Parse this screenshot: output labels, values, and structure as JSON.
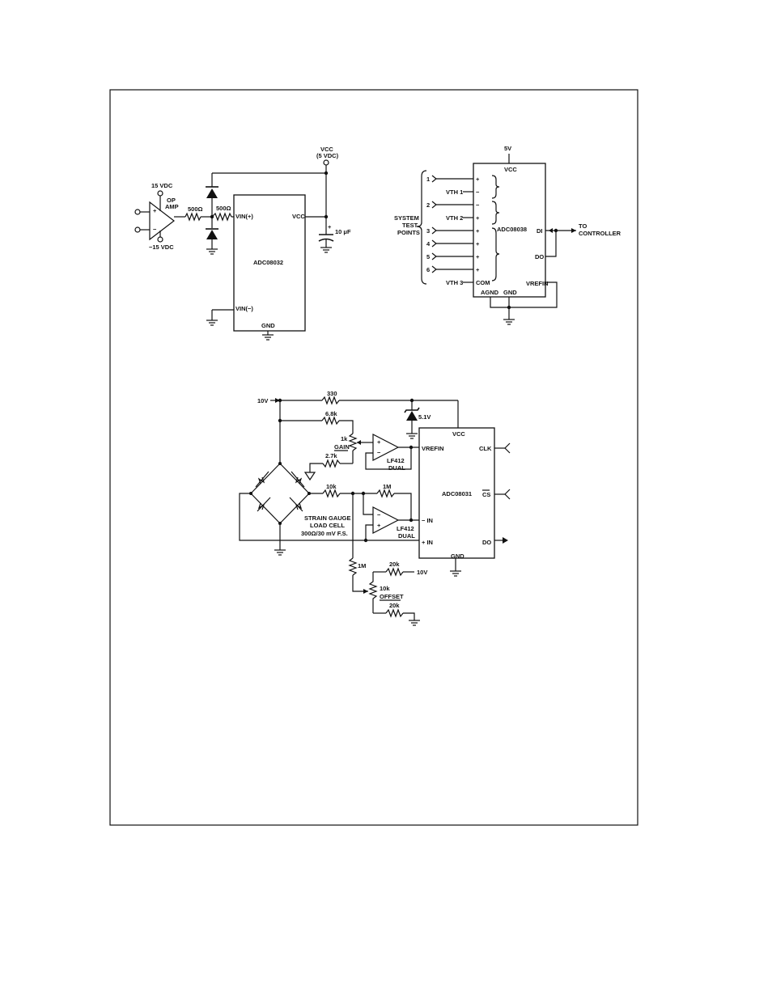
{
  "diagram1": {
    "vcc_label": "VCC",
    "vcc_value": "(5 VDC)",
    "pos_supply": "15 VDC",
    "neg_supply": "−15 VDC",
    "opamp_label": "OP",
    "opamp_label2": "AMP",
    "opamp_plus": "+",
    "opamp_minus": "−",
    "r1": "500Ω",
    "r2": "500Ω",
    "ic_name": "ADC08032",
    "pin_vin_plus": "VIN(+)",
    "pin_vin_minus": "VIN(−)",
    "pin_vcc": "VCC",
    "pin_gnd": "GND",
    "cap_plus": "+",
    "cap_value": "10 μF"
  },
  "diagram2": {
    "supply": "5V",
    "ic_name": "ADC08038",
    "pin_vcc": "VCC",
    "pin_di": "DI",
    "pin_do": "DO",
    "pin_vref": "VREFIN",
    "pin_agnd": "AGND",
    "pin_gnd": "GND",
    "pin_com": "COM",
    "inputs": [
      "1",
      "2",
      "3",
      "4",
      "5",
      "6"
    ],
    "vth1": "VTH 1",
    "vth2": "VTH 2",
    "vth3": "VTH 3",
    "pol": [
      "+",
      "−",
      "−",
      "+",
      "+",
      "+",
      "+",
      "+"
    ],
    "system_label": [
      "SYSTEM",
      "TEST",
      "POINTS"
    ],
    "controller_label": [
      "TO",
      "CONTROLLER"
    ]
  },
  "diagram3": {
    "supply": "10V",
    "r330": "330",
    "r68k": "6.8k",
    "r1k": "1k",
    "gain": "GAIN",
    "r27k": "2.7k",
    "zener": "5.1V",
    "amp1": [
      "LF412",
      "DUAL"
    ],
    "amp2": [
      "LF412",
      "DUAL"
    ],
    "r10k": "10k",
    "r1m_fb": "1M",
    "r1m_down": "1M",
    "r20k_top": "20k",
    "r10k_pot": "10k",
    "offset": "OFFSET",
    "r20k_bot": "20k",
    "supply_right": "10V",
    "bridge": [
      "STRAIN GAUGE",
      "LOAD CELL",
      "300Ω/30 mV F.S."
    ],
    "ic_name": "ADC08031",
    "pin_vcc": "VCC",
    "pin_vref": "VREFIN",
    "pin_inm": "− IN",
    "pin_inp": "+ IN",
    "pin_clk": "CLK",
    "pin_cs": "CS",
    "pin_do": "DO",
    "pin_gnd": "GND",
    "amp_plus": "+",
    "amp_minus": "−"
  }
}
